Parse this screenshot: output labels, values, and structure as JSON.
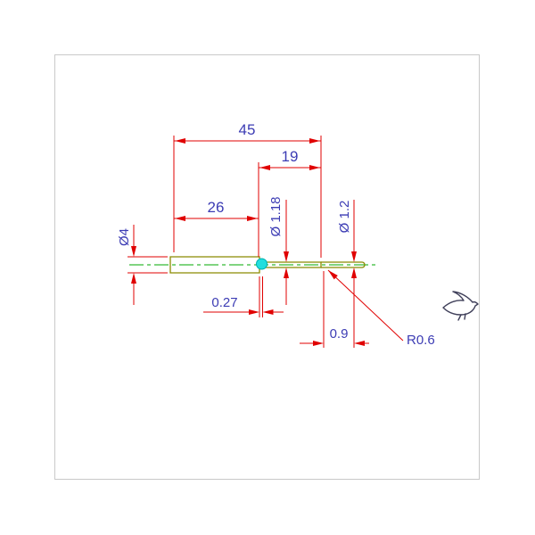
{
  "drawing": {
    "dimension_labels": {
      "len_45": "45",
      "len_19": "19",
      "len_26": "26",
      "dia_4": "Ø4",
      "dia_1_18": "Ø 1.18",
      "dia_1_2": "Ø 1.2",
      "len_0_27": "0.27",
      "len_0_9": "0.9",
      "rad_0_6": "R0.6"
    },
    "colors": {
      "dimension_red": "#e00000",
      "text_blue": "#3c3cb4",
      "outline_olive": "#8b8b00",
      "centerline_green": "#00aa00",
      "grip_cyan": "#22dede",
      "frame_gray": "#c9c9c9",
      "background": "#ffffff"
    },
    "icons": {
      "bird_logo": "bird-logo-icon"
    }
  }
}
